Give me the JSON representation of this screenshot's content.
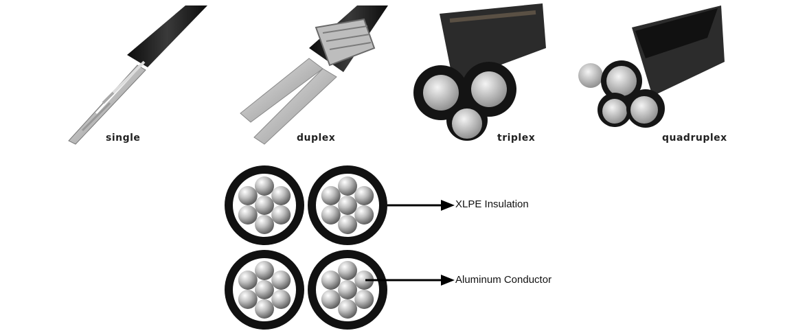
{
  "cable_types": [
    {
      "label": "single"
    },
    {
      "label": "duplex"
    },
    {
      "label": "triplex"
    },
    {
      "label": "quadruplex"
    }
  ],
  "diagram": {
    "callouts": [
      {
        "label": "XLPE Insulation"
      },
      {
        "label": "Aluminum Conductor"
      }
    ]
  },
  "colors": {
    "insulation": "#111111",
    "conductor_light": "#f2f2f2",
    "conductor_dark": "#6e6e6e",
    "strand_photo": "#c8c8c8"
  }
}
